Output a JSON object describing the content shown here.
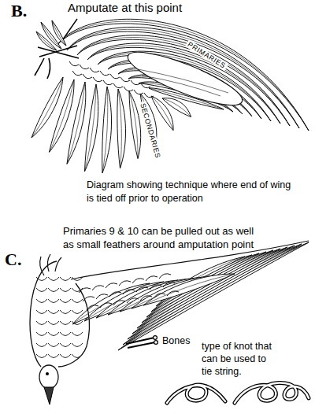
{
  "diagram": {
    "labels": [
      "B.",
      "Amputate at this point",
      "PRIMARIES",
      "SECONDARIES",
      "Diagram showing technique where end of wing is tied off prior to operation",
      "Primaries 9 & 10 can be pulled out as well as small feathers around amputation point",
      "C.",
      "Bones",
      "type of knot that can be used to tie string."
    ]
  }
}
